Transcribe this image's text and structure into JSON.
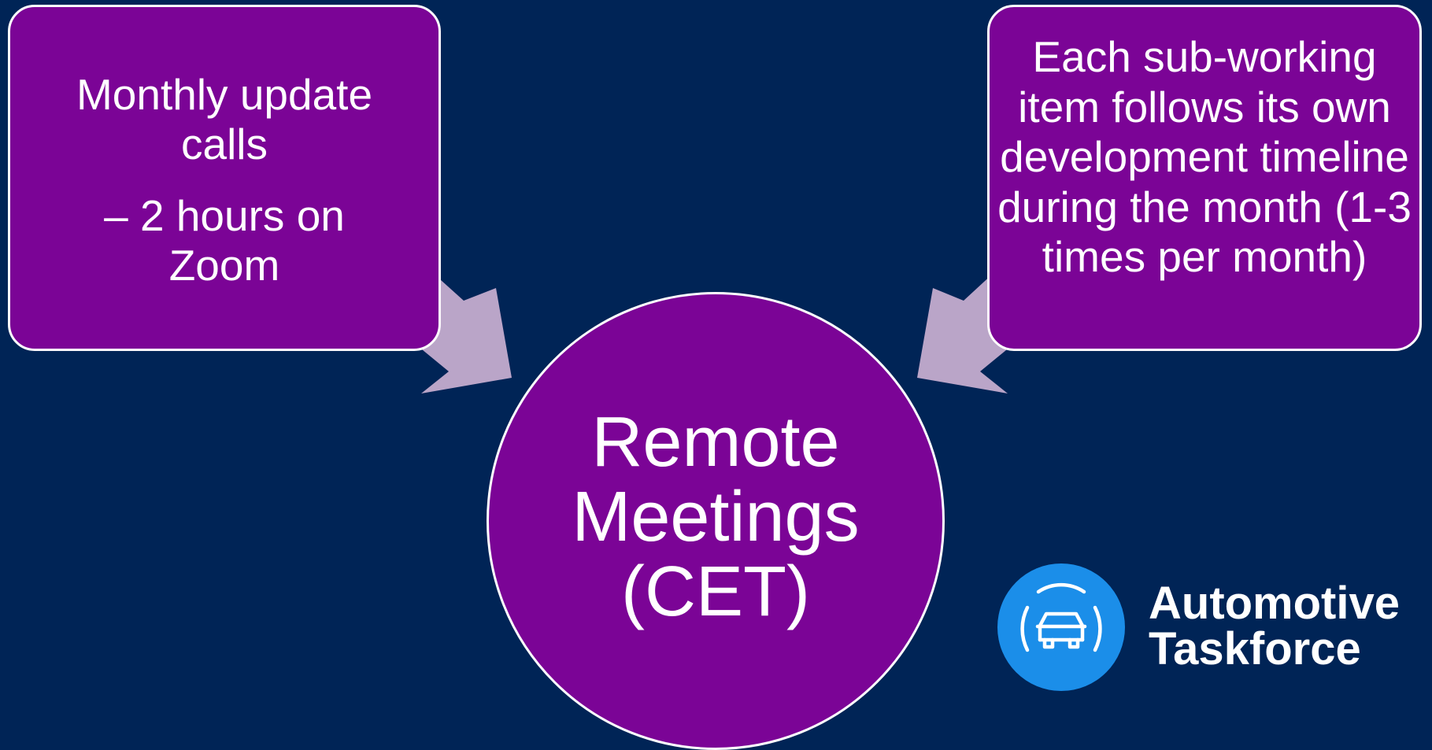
{
  "colors": {
    "background": "#002456",
    "node_fill": "#7b0496",
    "node_border": "#ffffff",
    "arrow": "#baa5c8",
    "logo_blue": "#1b8ee9",
    "text": "#ffffff"
  },
  "diagram": {
    "left_box": {
      "line_1": "Monthly update calls",
      "line_2": "– 2 hours on Zoom"
    },
    "right_box": {
      "text": "Each sub-working item follows its own development timeline during the month (1-3 times per month)"
    },
    "center": {
      "text": "Remote Meetings (CET)"
    }
  },
  "logo": {
    "icon": "car-signal-icon",
    "line_1": "Automotive",
    "line_2": "Taskforce"
  }
}
